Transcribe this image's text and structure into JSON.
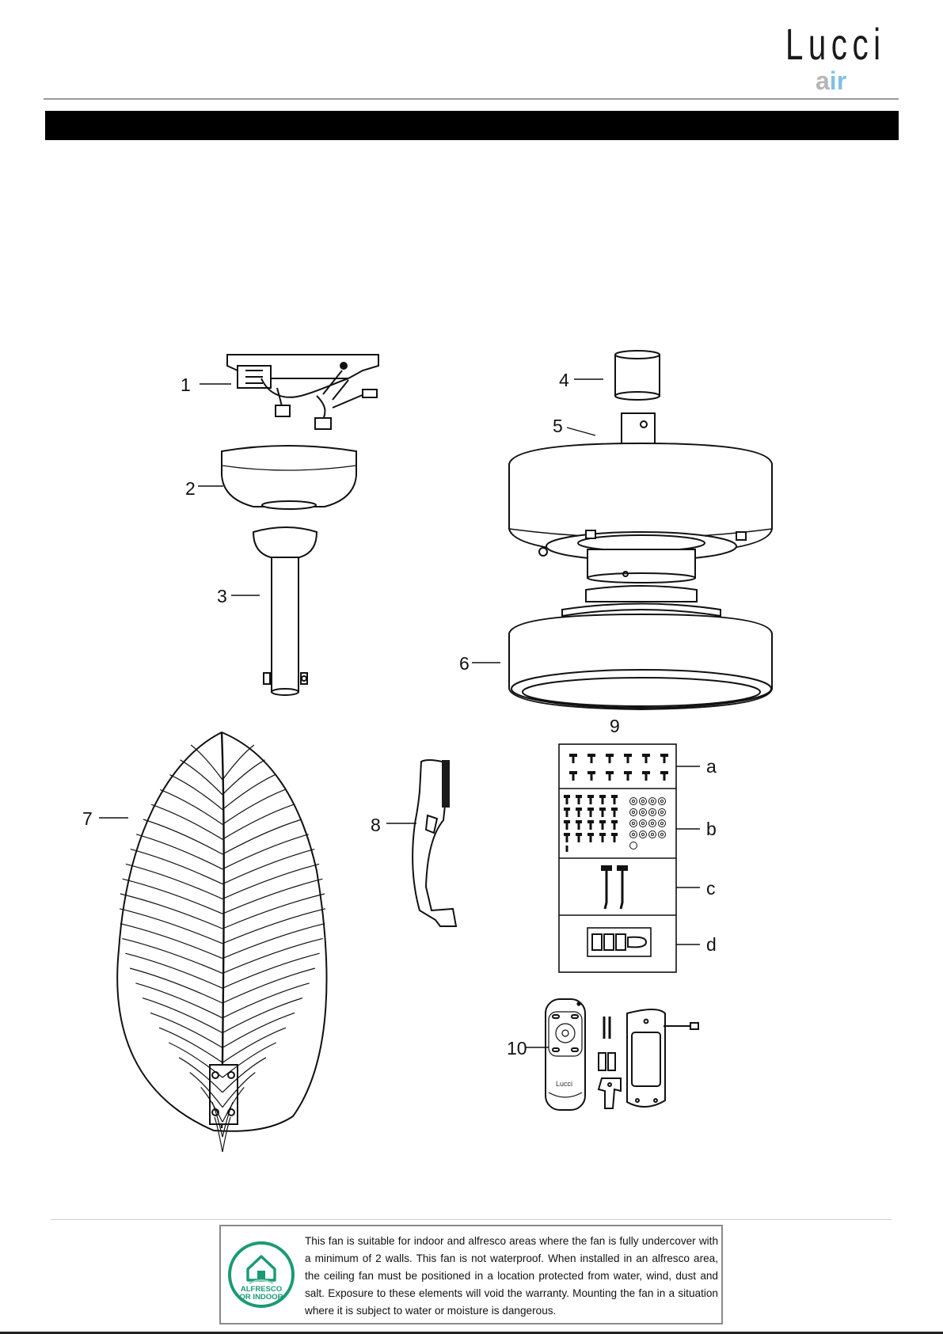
{
  "logo": {
    "wordmark": "Lucci",
    "sub_a": "a",
    "sub_b": "ir",
    "accent": "#7fc1e4"
  },
  "title_bar": {
    "label": ""
  },
  "parts": {
    "labels": [
      "1",
      "2",
      "3",
      "4",
      "5",
      "6",
      "7",
      "8",
      "9",
      "10"
    ],
    "hardware_labels": [
      "a",
      "b",
      "c",
      "d"
    ],
    "remote_brand": "Lucci"
  },
  "notice": {
    "badge_line1": "ALFRESCO",
    "badge_line2": "OR INDOOR",
    "text": "This fan is suitable for indoor and alfresco areas where the fan is fully undercover with a minimum of 2 walls. This fan is not waterproof. When installed in an alfresco area, the ceiling fan must be positioned in a location protected from water, wind, dust and salt. Exposure to these elements will void the warranty. Mounting the fan in a situation where it is subject to water or moisture is dangerous.",
    "badge_color": "#1a9a73"
  }
}
